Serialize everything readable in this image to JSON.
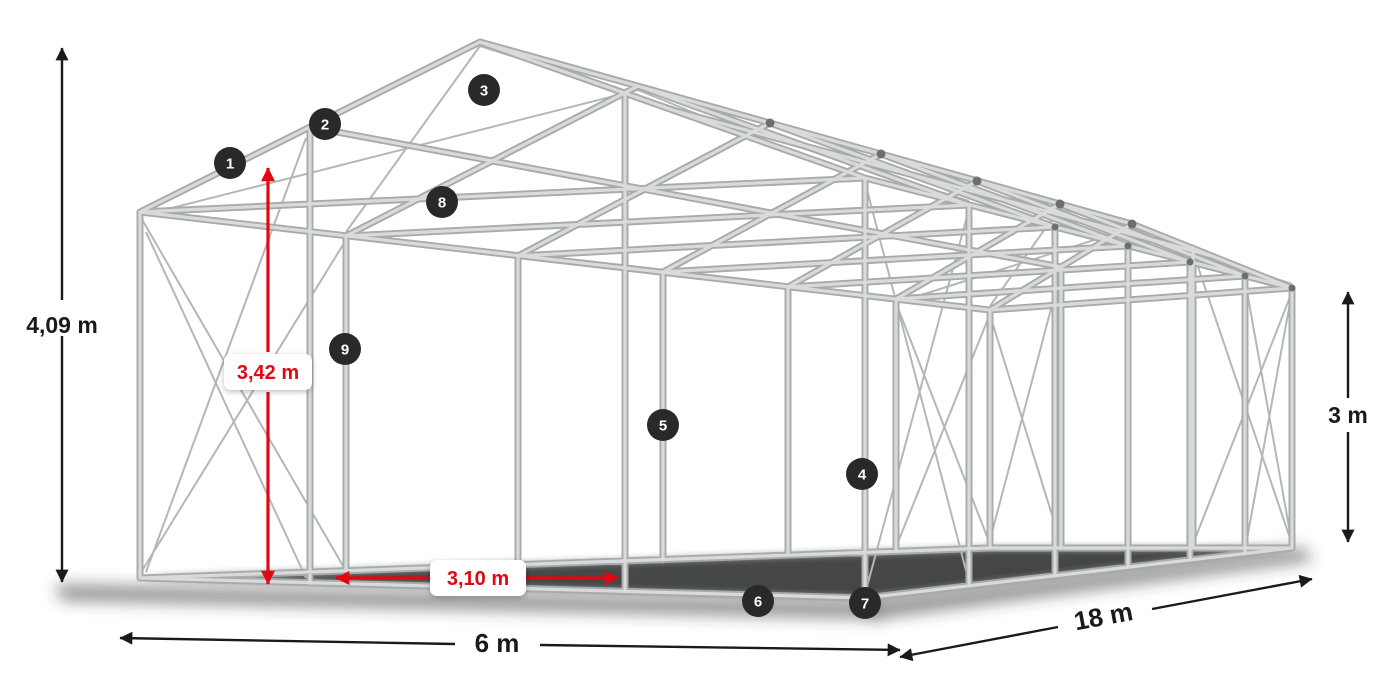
{
  "diagram": {
    "title": "tent-steel-frame-dimension-diagram",
    "dimensions": {
      "total_height": "4,09 m",
      "inner_height": "3,42 m",
      "inner_span": "3,10 m",
      "side_height": "3 m",
      "width": "6 m",
      "length": "18 m"
    },
    "callouts": [
      {
        "label": "1"
      },
      {
        "label": "2"
      },
      {
        "label": "3"
      },
      {
        "label": "4"
      },
      {
        "label": "5"
      },
      {
        "label": "6"
      },
      {
        "label": "7"
      },
      {
        "label": "8"
      },
      {
        "label": "9"
      }
    ],
    "colors": {
      "accent_red": "#e30613",
      "frame_gray": "#c3c6c7",
      "badge_dark": "#29292b",
      "dimension_black": "#1a1a1a",
      "background": "#ffffff"
    }
  }
}
